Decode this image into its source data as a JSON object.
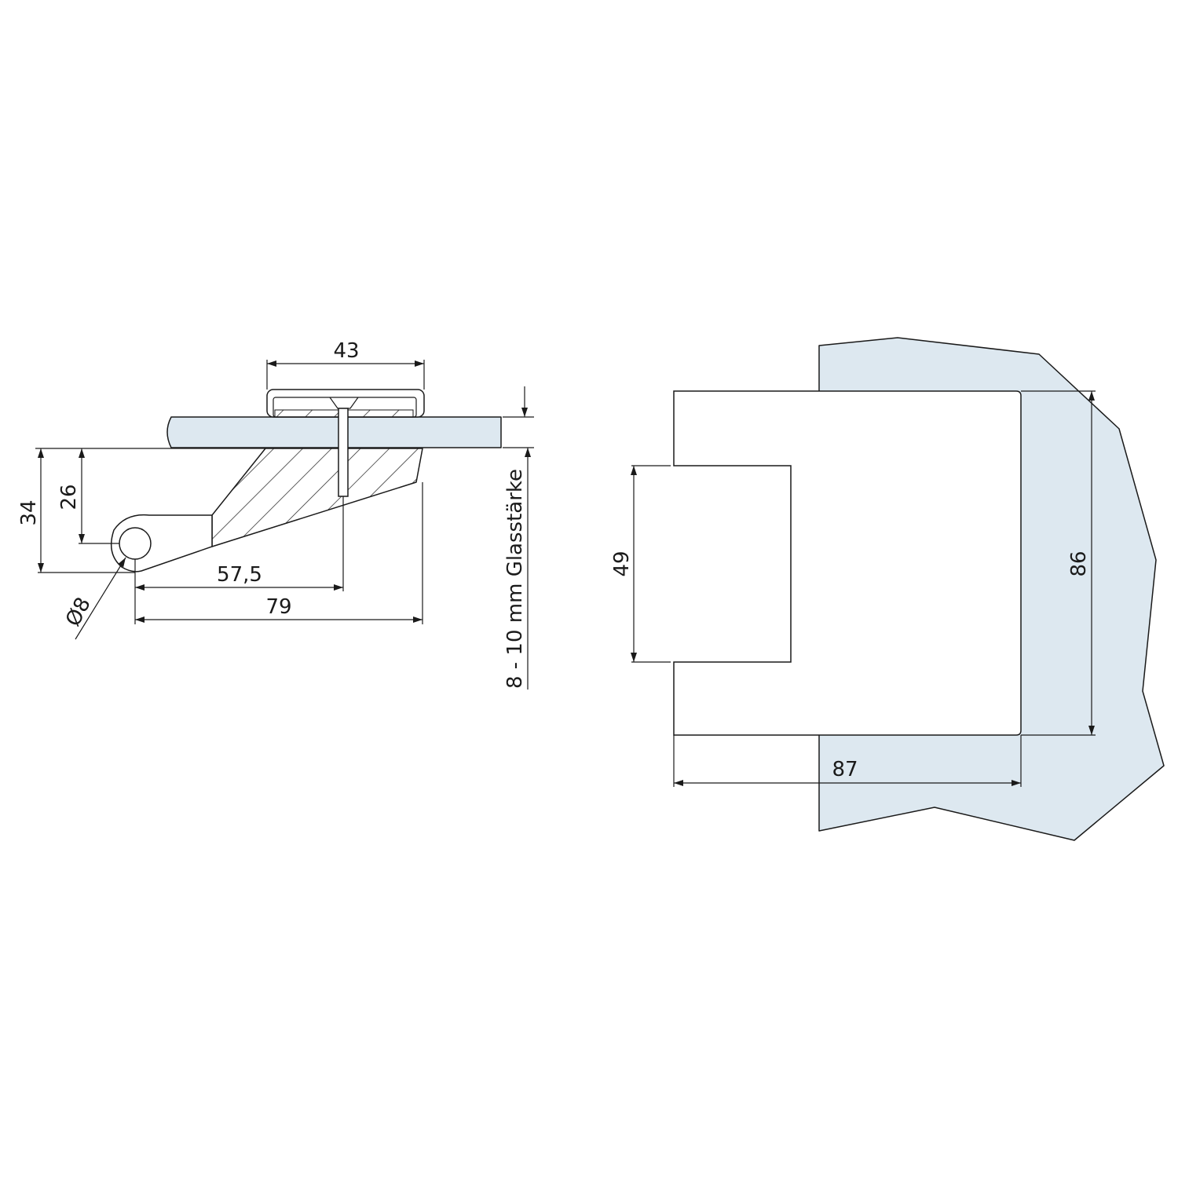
{
  "colors": {
    "glass_fill": "#dde8f0",
    "line": "#1a1a1a",
    "background": "#ffffff"
  },
  "side_view": {
    "dim_width_top": "43",
    "dim_total_height": "34",
    "dim_pivot_height": "26",
    "dim_pivot_to_screw": "57,5",
    "dim_total_length": "79",
    "dim_pin_diameter": "Ø8",
    "glass_thickness_label": "8 - 10 mm Glasstärke"
  },
  "front_view": {
    "dim_cutout_height": "49",
    "dim_total_height": "86",
    "dim_total_width": "87"
  }
}
